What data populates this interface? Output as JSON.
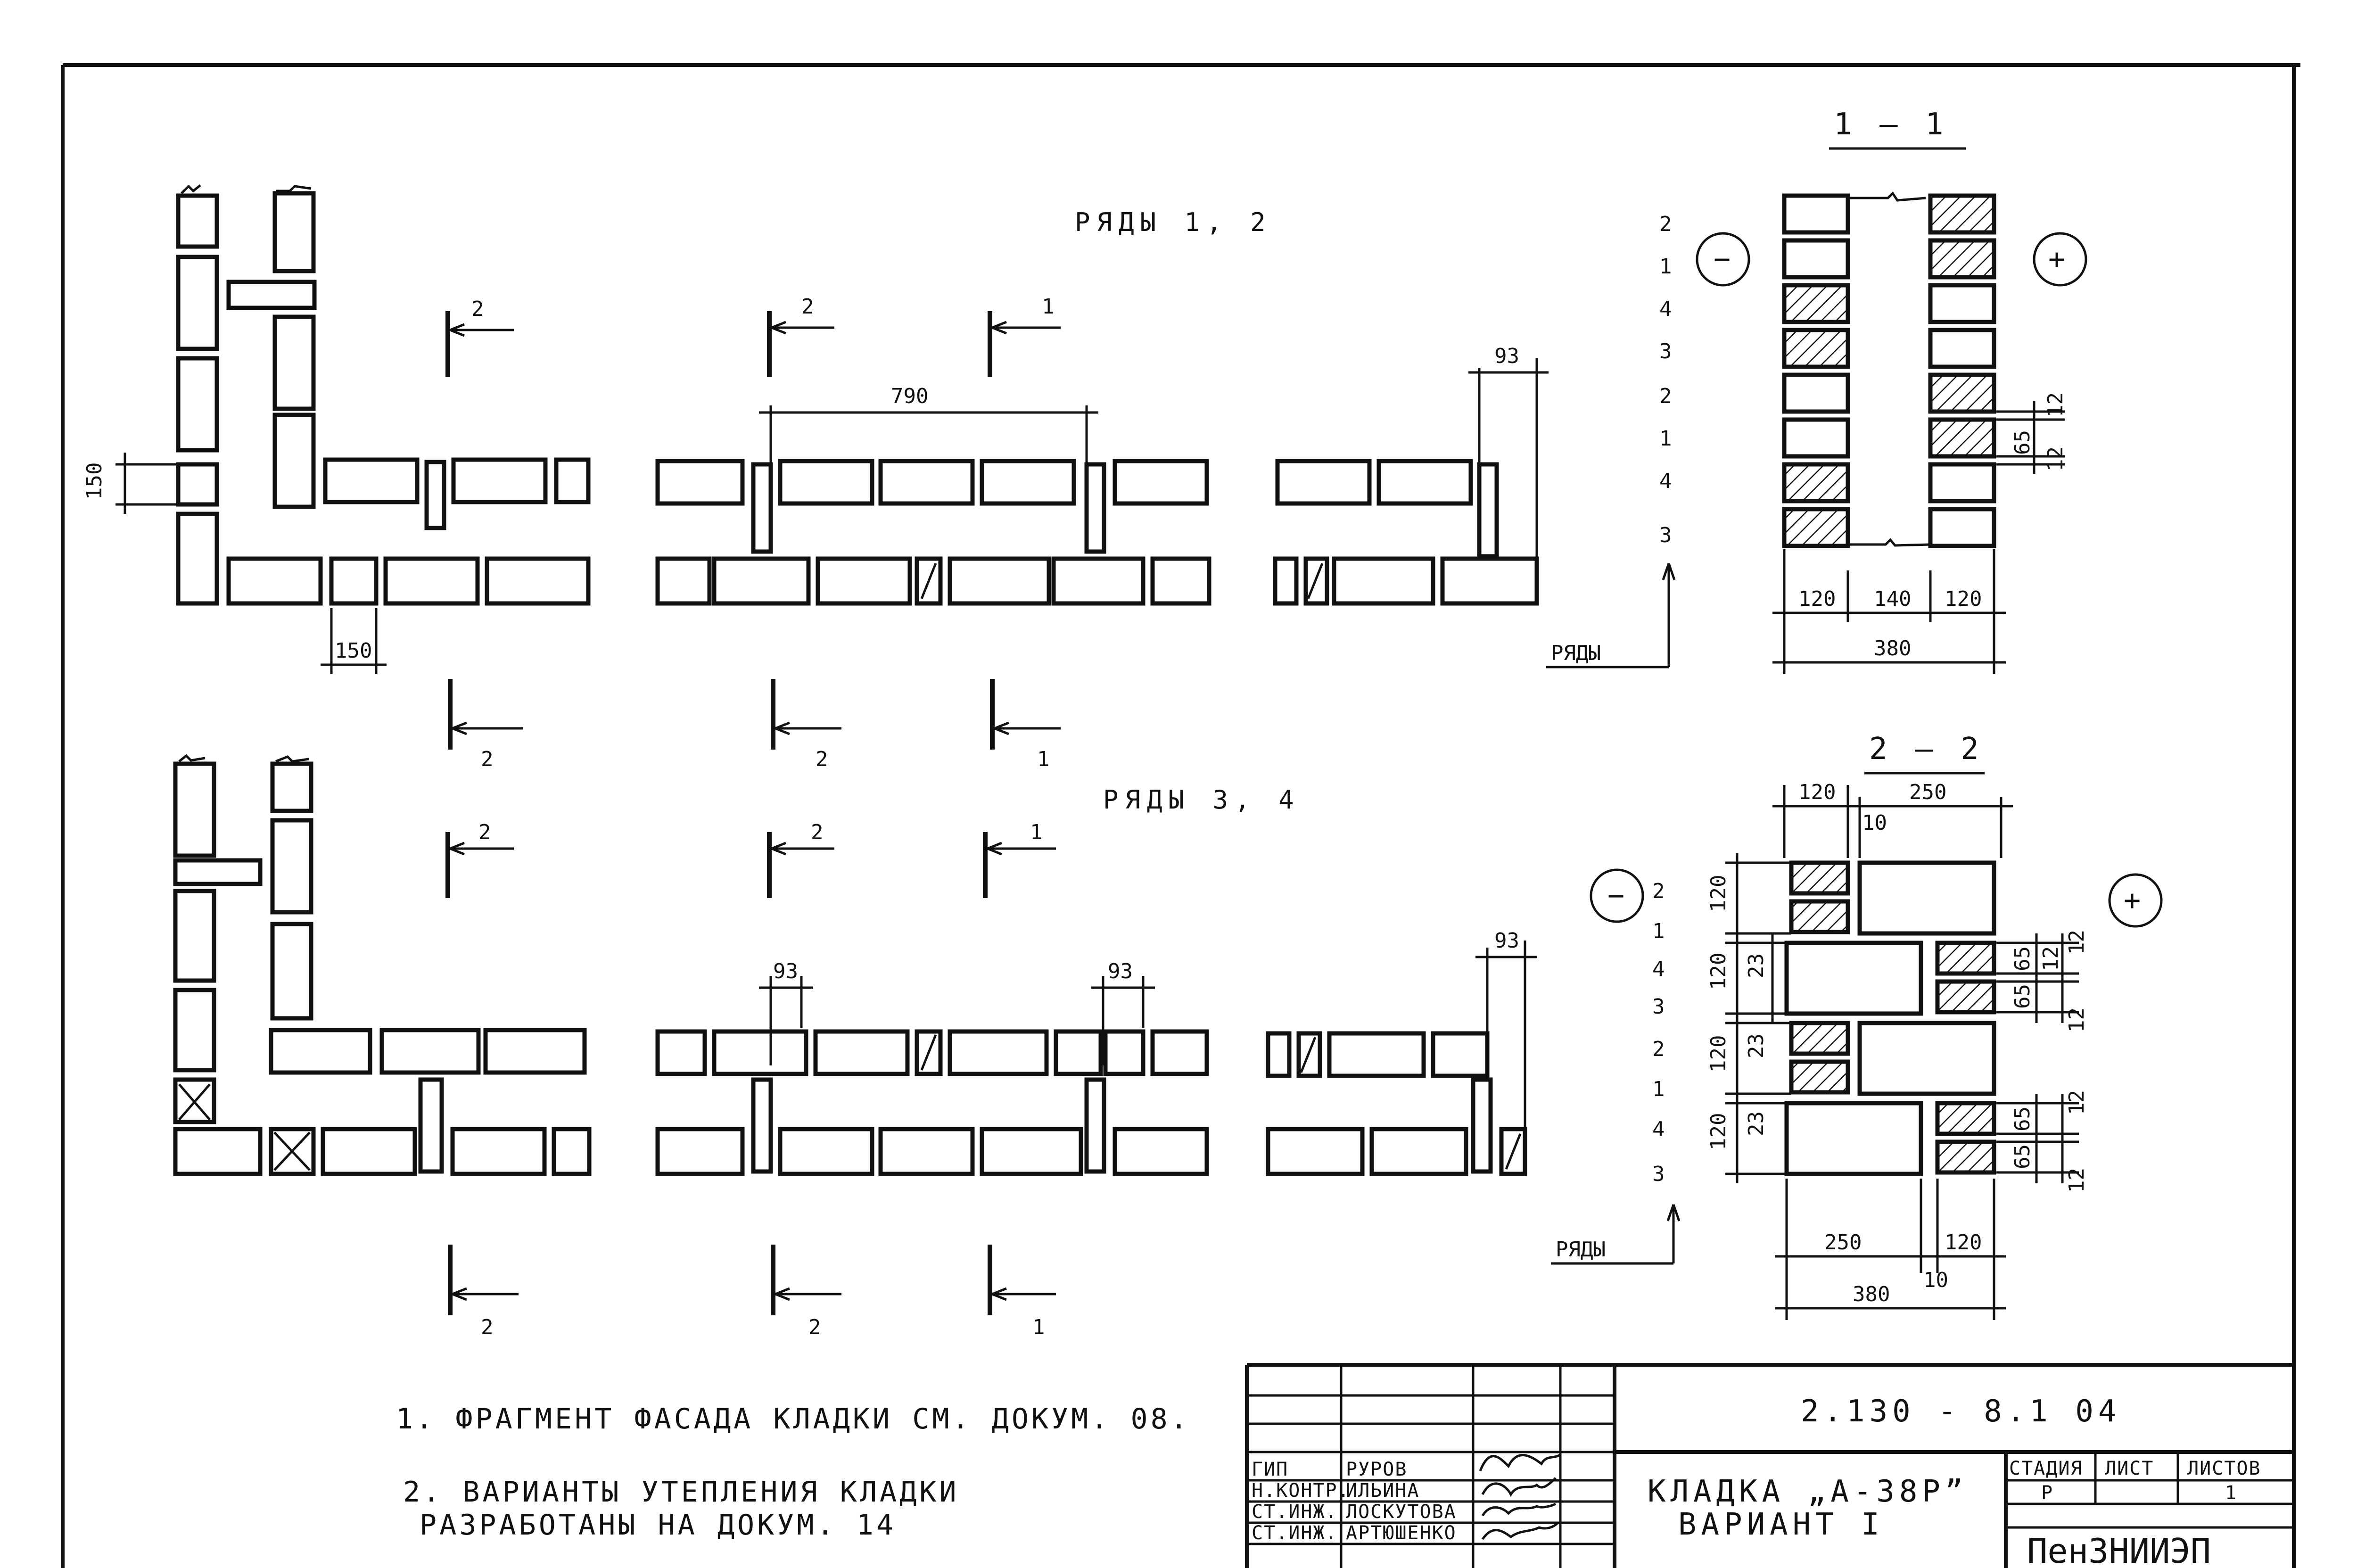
{
  "rows_labels": {
    "rows_12": "РЯДЫ 1, 2",
    "rows_34": "РЯДЫ 3, 4",
    "ryady": "РЯДЫ"
  },
  "section_titles": {
    "s11": "1 — 1",
    "s22": "2 — 2"
  },
  "section_marks": {
    "two": "2",
    "one": "1"
  },
  "signs": {
    "minus": "−",
    "plus": "+"
  },
  "row_numbers": [
    "2",
    "1",
    "4",
    "3",
    "2",
    "1",
    "4",
    "3"
  ],
  "dimensions": {
    "d150_v": "150",
    "d150_h": "150",
    "d790": "790",
    "d93": "93",
    "s11_120a": "120",
    "s11_140": "140",
    "s11_120b": "120",
    "s11_380": "380",
    "s11_12": "12",
    "s11_65": "65",
    "s22_120": "120",
    "s22_250": "250",
    "s22_10": "10",
    "s22_23": "23",
    "s22_65": "65",
    "s22_12": "12",
    "s22_380": "380"
  },
  "notes": {
    "n1": "1. ФРАГМЕНТ ФАСАДА КЛАДКИ СМ. ДОКУМ. 08.",
    "n2a": "2. ВАРИАНТЫ УТЕПЛЕНИЯ КЛАДКИ",
    "n2b": "РАЗРАБОТАНЫ НА ДОКУМ. 14"
  },
  "title_block": {
    "code": "2.130 - 8.1 04",
    "title_line1": "КЛАДКА „А-38Р”",
    "title_line2": "ВАРИАНТ I",
    "stage_header": "СТАДИЯ",
    "sheet_header": "ЛИСТ",
    "sheets_header": "ЛИСТОВ",
    "stage_value": "Р",
    "sheets_value": "1",
    "org": "ПенЗНИИЭП",
    "staff": [
      {
        "role": "ГИП",
        "name": "РУРОВ"
      },
      {
        "role": "Н.КОНТР.",
        "name": "ИЛЬИНА"
      },
      {
        "role": "СТ.ИНЖ.",
        "name": "ЛОСКУТОВА"
      },
      {
        "role": "СТ.ИНЖ.",
        "name": "АРТЮШЕНКО"
      }
    ]
  },
  "colors": {
    "ink": "#111111",
    "paper": "#ffffff"
  }
}
